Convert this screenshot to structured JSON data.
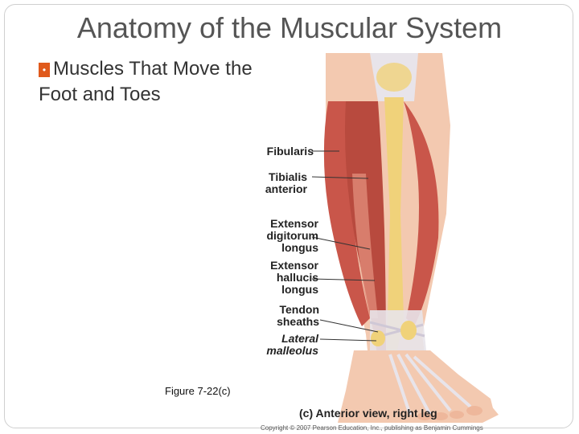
{
  "slide": {
    "title": "Anatomy of the Muscular System",
    "bullet_glyph": "•",
    "bullet_text_line1": "Muscles That Move the",
    "bullet_text_line2": "Foot and Toes",
    "figure_caption": "Figure 7-22(c)"
  },
  "illustration": {
    "labels": [
      {
        "id": "fibularis",
        "lines": [
          "Fibularis"
        ]
      },
      {
        "id": "tibialis",
        "lines": [
          "Tibialis",
          "anterior"
        ]
      },
      {
        "id": "edl",
        "lines": [
          "Extensor",
          "digitorum",
          "longus"
        ]
      },
      {
        "id": "ehl",
        "lines": [
          "Extensor",
          "hallucis",
          "longus"
        ]
      },
      {
        "id": "tendon",
        "lines": [
          "Tendon",
          "sheaths"
        ]
      },
      {
        "id": "malleolus",
        "lines": [
          "Lateral",
          "malleolus"
        ]
      }
    ],
    "view_label": "(c) Anterior view, right leg",
    "copyright": "Copyright © 2007 Pearson Education, Inc., publishing as Benjamin Cummings"
  },
  "colors": {
    "muscle": "#c9564a",
    "muscle_light": "#e08a78",
    "bone": "#f0d27a",
    "tendon": "#e8e4ea",
    "skin": "#f3c9b0"
  }
}
